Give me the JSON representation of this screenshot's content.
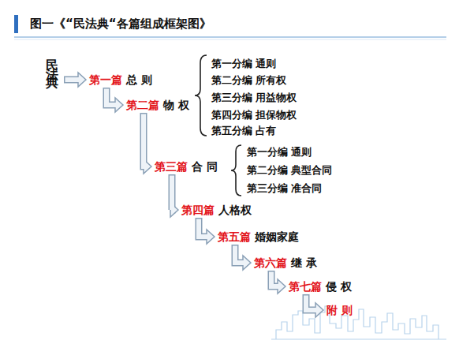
{
  "diagram": {
    "title": "图一《“民法典“各篇组成框架图》",
    "nodes": [
      {
        "text": [
          "民法典"
        ]
      },
      {
        "text": [
          "第一篇",
          "总 则"
        ]
      },
      {
        "text": [
          "第二篇",
          "物 权"
        ]
      },
      {
        "text": [
          "第三篇",
          "合 同"
        ]
      },
      {
        "text": [
          "第四篇",
          "人格权"
        ]
      },
      {
        "text": [
          "第五篇",
          "婚姻家庭"
        ]
      },
      {
        "text": [
          "第六篇",
          "继 承"
        ]
      },
      {
        "text": [
          "第七篇",
          "侵 权"
        ]
      },
      {
        "text": [
          "附 则"
        ]
      }
    ],
    "edges": [
      {
        "from": 0,
        "to": 1,
        "arrow": "to"
      },
      {
        "from": 1,
        "to": 2,
        "arrow": "to"
      },
      {
        "from": 2,
        "to": 3,
        "arrow": "to"
      },
      {
        "from": 3,
        "to": 4,
        "arrow": "to"
      },
      {
        "from": 4,
        "to": 5,
        "arrow": "to"
      },
      {
        "from": 5,
        "to": 6,
        "arrow": "to"
      },
      {
        "from": 6,
        "to": 7,
        "arrow": "to"
      },
      {
        "from": 7,
        "to": 8,
        "arrow": "to"
      }
    ],
    "labels": [
      "第一分编 通则",
      "第二分编 所有权",
      "第三分编 用益物权",
      "第四分编 担保物权",
      "第五分编 占有",
      "第一分编 通则",
      "第二分编 典型合同",
      "第三分编 准合同"
    ]
  }
}
